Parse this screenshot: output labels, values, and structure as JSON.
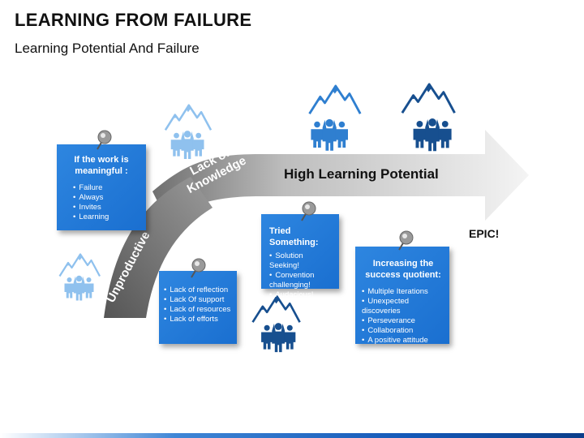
{
  "header": {
    "title": "LEARNING FROM FAILURE",
    "subtitle": "Learning Potential And Failure"
  },
  "arrow": {
    "label_main": "High Learning Potential",
    "label_knowledge": "Lack of Knowledge",
    "label_unproductive": "Unproductive",
    "label_epic": "EPIC!"
  },
  "notes": {
    "meaningful": {
      "heading": "If the work is meaningful :",
      "items": [
        "Failure",
        "Always",
        "Invites",
        "Learning"
      ]
    },
    "lack": {
      "items": [
        "Lack of reflection",
        "Lack Of support",
        "Lack of resources",
        "Lack of efforts"
      ]
    },
    "tried": {
      "heading": "Tried Something:",
      "items": [
        "Solution Seeking!",
        "Convention challenging!",
        "Audacious!"
      ]
    },
    "success": {
      "heading": "Increasing the success quotient:",
      "items": [
        "Multiple Iterations",
        "Unexpected discoveries",
        "Perseverance",
        "Collaboration",
        "A positive attitude"
      ]
    }
  },
  "colors": {
    "note_blue": "#1f78d8",
    "arrow_gray": "#c8c8c8",
    "icon_light": "#8fc1ee",
    "icon_mid": "#2f7fd0",
    "icon_dark": "#174f8f"
  }
}
